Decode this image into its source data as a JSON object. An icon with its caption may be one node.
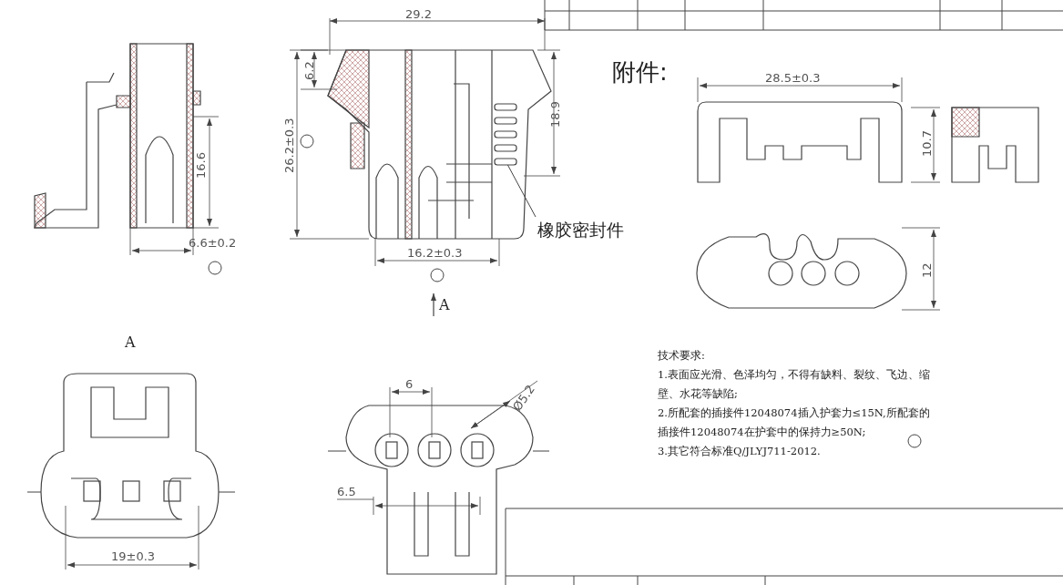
{
  "diagram": {
    "nodes": [
      {
        "text": [
          "橡胶密封件"
        ]
      },
      {
        "text": [],
        "shape": "picture"
      }
    ],
    "edges": [
      {
        "from": 0,
        "to": 1,
        "arrow": "none"
      }
    ],
    "labels": [
      "29.2",
      "6.2",
      "26.2±0.3",
      "18.9",
      "16.6",
      "6.6±0.2",
      "16.2±0.3",
      "A",
      "附件:",
      "28.5±0.3",
      "10.7",
      "12",
      "A",
      "6",
      "Ø5.2",
      "技术要求:",
      "1.表面应光滑、色泽均匀，不得有缺料、裂纹、飞边、缩壁、水花等缺陷;",
      "2.所配套的插接件12048074插入护套力≤15N,所配套的插接件12048074在护套中的保持力≥50N;",
      "3.其它符合标准Q/JLYJ711-2012.",
      "6.5",
      "19±0.3"
    ]
  }
}
